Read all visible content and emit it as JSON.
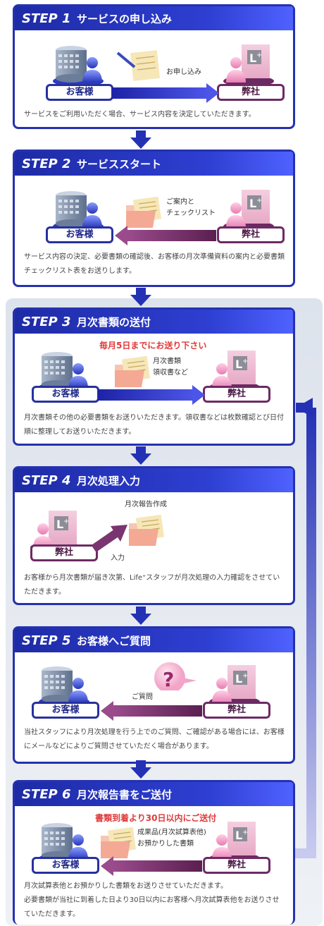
{
  "labels": {
    "customer": "お客様",
    "company": "弊社"
  },
  "steps": [
    {
      "num": "STEP 1",
      "title": "サービスの申し込み",
      "note": "お申し込み",
      "desc": "サービスをご利用いただく場合、サービス内容を決定していただきます。"
    },
    {
      "num": "STEP 2",
      "title": "サービススタート",
      "note1": "ご案内と",
      "note2": "チェックリスト",
      "desc": "サービス内容の決定、必要書類の確認後、お客様の月次準備資料の案内と必要書類チェックリスト表をお送りします。"
    },
    {
      "num": "STEP 3",
      "title": "月次書類の送付",
      "red": "毎月5日までにお送り下さい",
      "note1": "月次書類",
      "note2": "領収書など",
      "desc": "月次書類その他の必要書類をお送りいただきます。領収書などは枚数確認とび日付順に整理してお送りいただきます。"
    },
    {
      "num": "STEP 4",
      "title": "月次処理入力",
      "note1": "月次報告作成",
      "note2": "入力",
      "desc": "お客様から月次書類が届き次第、Life⁺スタッフが月次処理の入力確認をさせていただきます。"
    },
    {
      "num": "STEP 5",
      "title": "お客様へご質問",
      "note": "ご質問",
      "desc": "当社スタッフにより月次処理を行う上でのご質問、ご確認がある場合には、お客様にメールなどによりご質問させていただく場合があります。"
    },
    {
      "num": "STEP 6",
      "title": "月次報告書をご送付",
      "red": "書類到着より30日以内にご送付",
      "note1": "成果品(月次試算表他)",
      "note2": "お預かりした書類",
      "desc1": "月次試算表他とお預かりした書類をお送りさせていただきます。",
      "desc2": "必要書類が当社に到着した日より30日以内にお客様へ月次試算表他をお送りさせていただきます。"
    }
  ]
}
